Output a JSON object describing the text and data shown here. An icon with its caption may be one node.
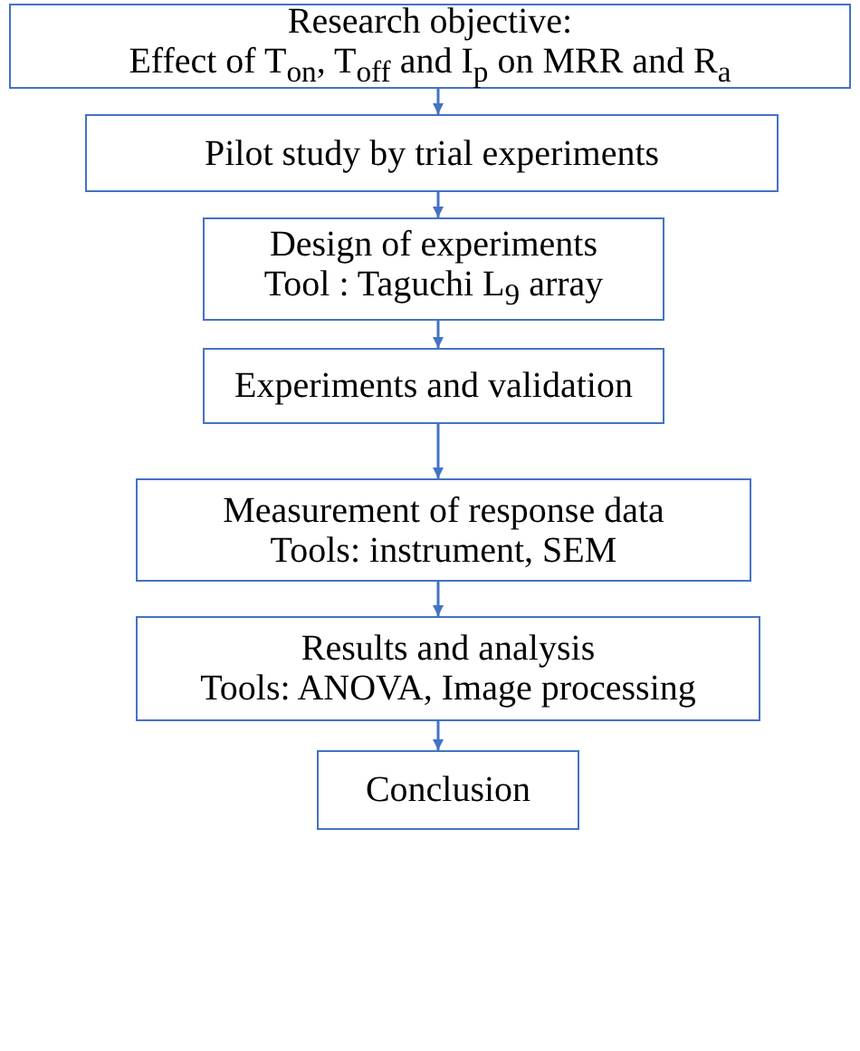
{
  "diagram": {
    "nodes": [
      {
        "text": [
          "Research objective:",
          "Effect of T$_{on}$, T$_{off}$ and I$_{p}$ on MRR and R$_{a}$"
        ]
      },
      {
        "text": [
          "Pilot study by trial experiments"
        ]
      },
      {
        "text": [
          "Design of experiments",
          "Tool : Taguchi L$_{9}$ array"
        ]
      },
      {
        "text": [
          "Experiments and validation"
        ]
      },
      {
        "text": [
          "Measurement of response data",
          "Tools: instrument, SEM"
        ]
      },
      {
        "text": [
          "Results and analysis",
          "Tools: ANOVA, Image processing"
        ]
      },
      {
        "text": [
          "Conclusion"
        ]
      }
    ],
    "edges": [
      {
        "from": 0,
        "to": 1,
        "arrow": "to"
      },
      {
        "from": 1,
        "to": 2,
        "arrow": "to"
      },
      {
        "from": 2,
        "to": 3,
        "arrow": "to"
      },
      {
        "from": 3,
        "to": 4,
        "arrow": "to"
      },
      {
        "from": 4,
        "to": 5,
        "arrow": "to"
      },
      {
        "from": 5,
        "to": 6,
        "arrow": "to"
      }
    ]
  }
}
